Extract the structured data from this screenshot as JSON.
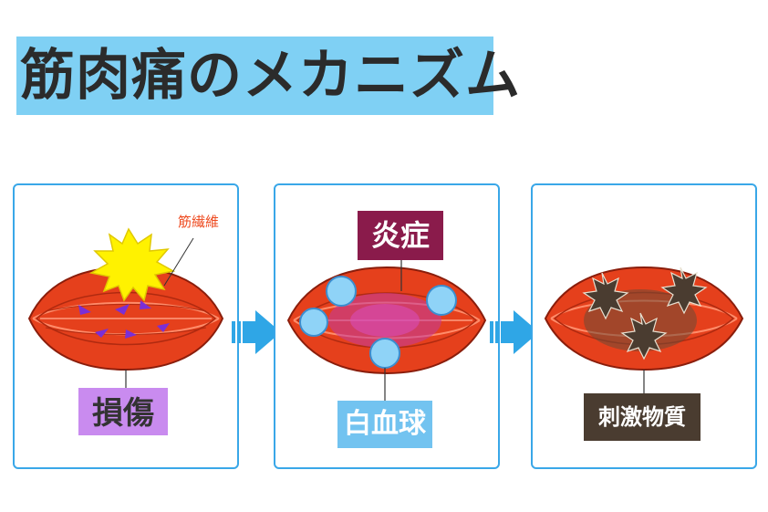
{
  "title": "筋肉痛のメカニズム",
  "stages": [
    {
      "label": "損傷",
      "annotation": "筋繊維"
    },
    {
      "label": "白血球",
      "callout": "炎症"
    },
    {
      "label": "刺激物質"
    }
  ],
  "colors": {
    "title_bg": "#7fd0f4",
    "panel_border": "#39a7e8",
    "muscle": "#e5401c",
    "arrow": "#2fa6e6",
    "damage_label_bg": "#c98bef",
    "inflammation_bg": "#8a1b4b",
    "wbc_label_bg": "#72c3f0",
    "stimulus_bg": "#4a3c30",
    "burst": "#fff200"
  },
  "icons": [
    "burst-icon",
    "arrow-right-icon",
    "white-blood-cell-icon",
    "stimulus-star-icon"
  ]
}
